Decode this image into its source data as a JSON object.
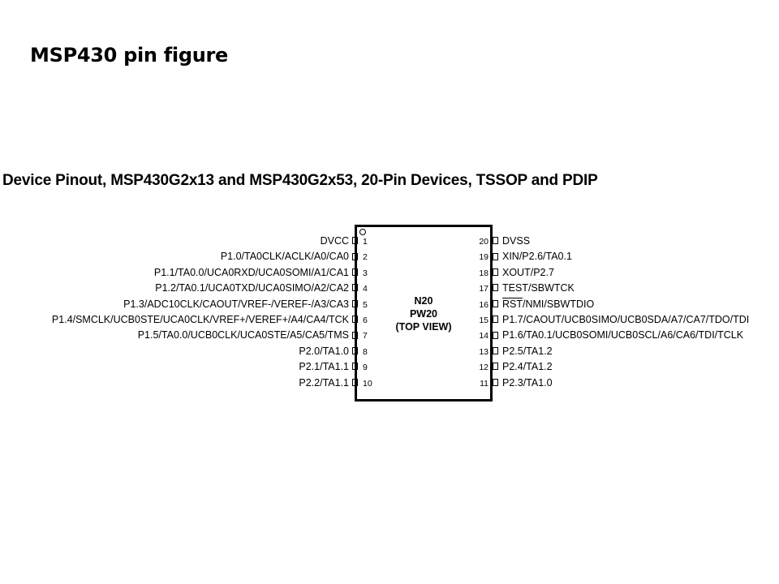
{
  "slide": {
    "title": "MSP430 pin figure"
  },
  "figure": {
    "heading": "Device Pinout, MSP430G2x13 and MSP430G2x53, 20-Pin Devices, TSSOP and PDIP"
  },
  "chip": {
    "label_line1": "N20",
    "label_line2": "PW20",
    "label_line3": "(TOP VIEW)"
  },
  "left_pins": [
    {
      "num": "1",
      "name": "DVCC"
    },
    {
      "num": "2",
      "name": "P1.0/TA0CLK/ACLK/A0/CA0"
    },
    {
      "num": "3",
      "name": "P1.1/TA0.0/UCA0RXD/UCA0SOMI/A1/CA1"
    },
    {
      "num": "4",
      "name": "P1.2/TA0.1/UCA0TXD/UCA0SIMO/A2/CA2"
    },
    {
      "num": "5",
      "name": "P1.3/ADC10CLK/CAOUT/VREF-/VEREF-/A3/CA3"
    },
    {
      "num": "6",
      "name": "P1.4/SMCLK/UCB0STE/UCA0CLK/VREF+/VEREF+/A4/CA4/TCK"
    },
    {
      "num": "7",
      "name": "P1.5/TA0.0/UCB0CLK/UCA0STE/A5/CA5/TMS"
    },
    {
      "num": "8",
      "name": "P2.0/TA1.0"
    },
    {
      "num": "9",
      "name": "P2.1/TA1.1"
    },
    {
      "num": "10",
      "name": "P2.2/TA1.1"
    }
  ],
  "right_pins": [
    {
      "num": "20",
      "name": "DVSS"
    },
    {
      "num": "19",
      "name": "XIN/P2.6/TA0.1"
    },
    {
      "num": "18",
      "name": "XOUT/P2.7"
    },
    {
      "num": "17",
      "name": "TEST/SBWTCK"
    },
    {
      "num": "16",
      "name_overbar": "RST",
      "name": "/NMI/SBWTDIO"
    },
    {
      "num": "15",
      "name": "P1.7/CAOUT/UCB0SIMO/UCB0SDA/A7/CA7/TDO/TDI"
    },
    {
      "num": "14",
      "name": "P1.6/TA0.1/UCB0SOMI/UCB0SCL/A6/CA6/TDI/TCLK"
    },
    {
      "num": "13",
      "name": "P2.5/TA1.2"
    },
    {
      "num": "12",
      "name": "P2.4/TA1.2"
    },
    {
      "num": "11",
      "name": "P2.3/TA1.0"
    }
  ]
}
